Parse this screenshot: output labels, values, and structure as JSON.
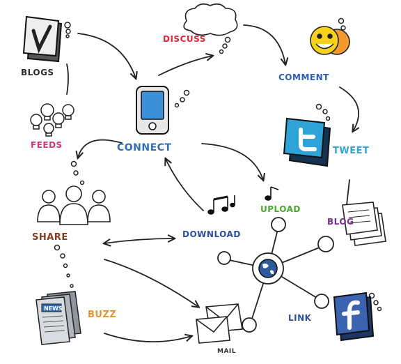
{
  "labels": {
    "blogs": "BLOGS",
    "discuss": "DISCUSS",
    "comment": "COMMENT",
    "connect": "CONNECT",
    "feeds": "FEEDS",
    "tweet": "TWEET",
    "share": "SHARE",
    "upload": "UPLOAD",
    "download": "DOWNLOAD",
    "blog": "BLOG",
    "buzz": "BUZZ",
    "link": "LINK",
    "mail": "MAIL",
    "news": "NEWS"
  },
  "colors": {
    "ink": "#222222",
    "blogs": "#2a2a2a",
    "discuss": "#e0253b",
    "comment": "#2b5fb0",
    "connect": "#2f6fb8",
    "feeds": "#d4357f",
    "tweet": "#2ea3d8",
    "share": "#8a3a1a",
    "upload": "#4aa832",
    "download": "#2b4f9a",
    "blog": "#7a2f8a",
    "buzz": "#e8932a",
    "link": "#2b4f9a",
    "mail": "#333333"
  },
  "icons": [
    "vimeo-icon",
    "speech-cloud-icon",
    "smiley-faces-icon",
    "mobile-phone-icon",
    "lightbulbs-icon",
    "twitter-icon",
    "people-group-icon",
    "music-notes-icon",
    "documents-stack-icon",
    "network-hub-icon",
    "globe-icon",
    "newspaper-icon",
    "envelopes-icon",
    "facebook-icon"
  ]
}
